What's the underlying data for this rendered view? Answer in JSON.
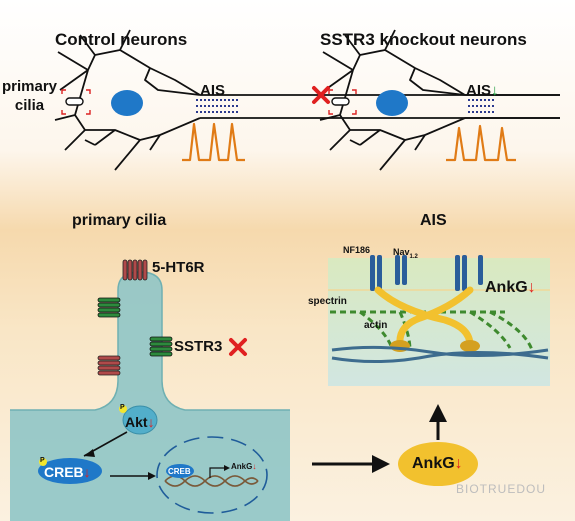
{
  "titles": {
    "control": "Control neurons",
    "knockout": "SSTR3 knockout neurons"
  },
  "labels": {
    "primary_cilia_line1": "primary",
    "primary_cilia_line2": "cilia",
    "ais": "AIS",
    "ais_down_arrow": "↓",
    "primary_cilia_section": "primary cilia",
    "ais_section": "AIS",
    "receptor_5ht6r": "5-HT6R",
    "sstr3": "SSTR3",
    "nf186": "NF186",
    "nav": "Nav",
    "nav_sub": "1.2",
    "spectrin": "spectrin",
    "actin": "actin",
    "ankg": "AnkG",
    "akt": "Akt",
    "creb": "CREB",
    "creb_small": "CREB",
    "ankg_small": "AnkG",
    "phospho": "P",
    "down_arrow": "↓",
    "knockout_mark": "✖",
    "watermark": "BIOTRUEDOU"
  },
  "colors": {
    "neuron_outline": "#111111",
    "nucleus": "#1f78c8",
    "ais_marks": "#2b3a8f",
    "action_potential": "#e07b16",
    "cilia_body": "#8fc5c6",
    "receptor_5ht6r": "#b04a4a",
    "receptor_green": "#2d8a3d",
    "akt_blob": "#52aeca",
    "creb_blob": "#1f78c8",
    "ais_box": "#d9ecc0",
    "nav_channel": "#2a5d9a",
    "ankg": "#f2c12e",
    "down_red": "#e02020",
    "down_green": "#1a9a3a"
  }
}
